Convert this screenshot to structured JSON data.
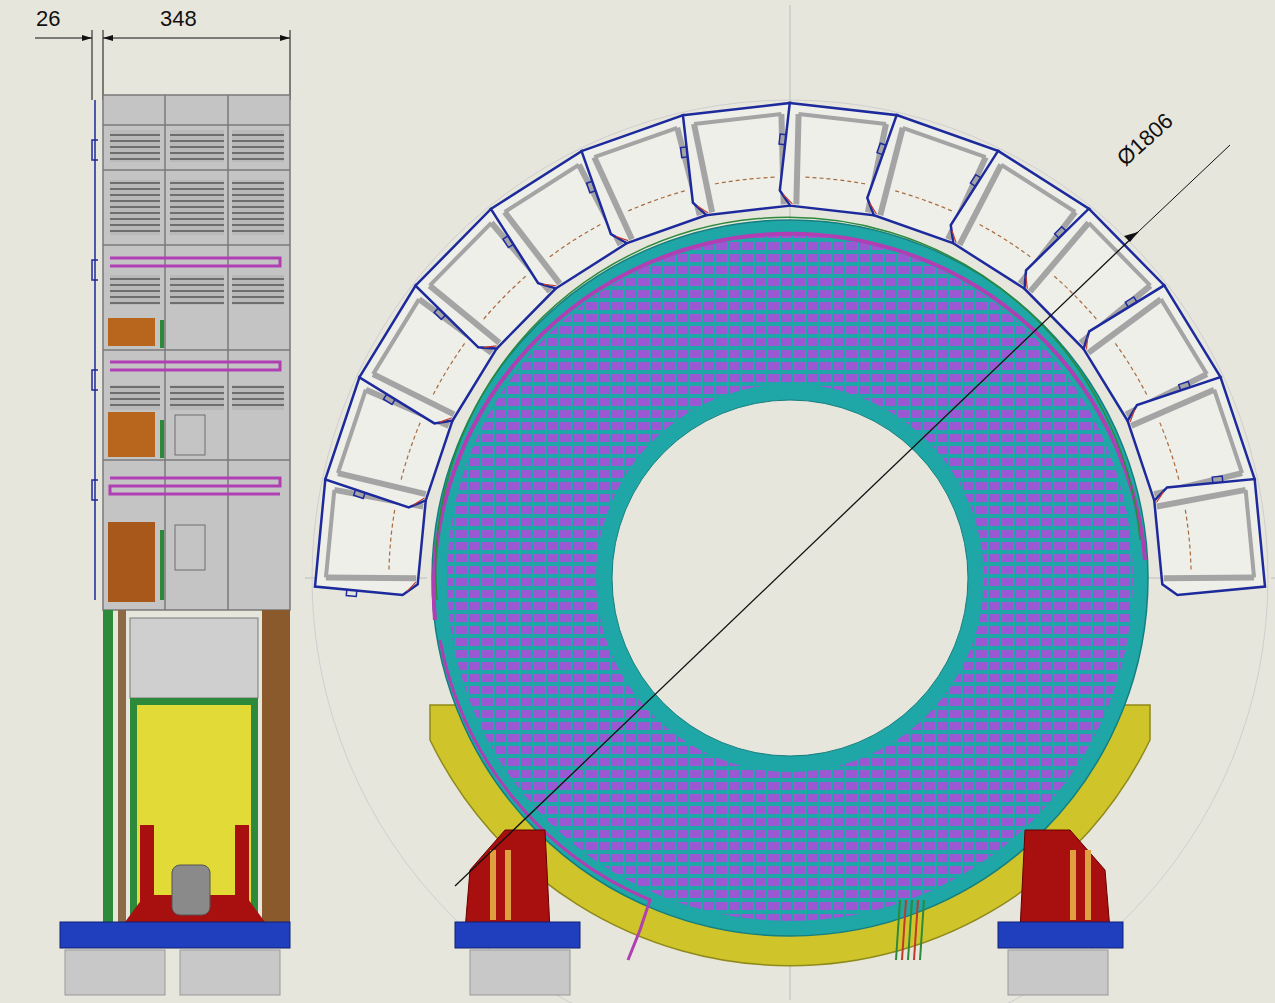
{
  "diagram": {
    "labels": [
      "26",
      "348",
      "Ø1806"
    ]
  }
}
